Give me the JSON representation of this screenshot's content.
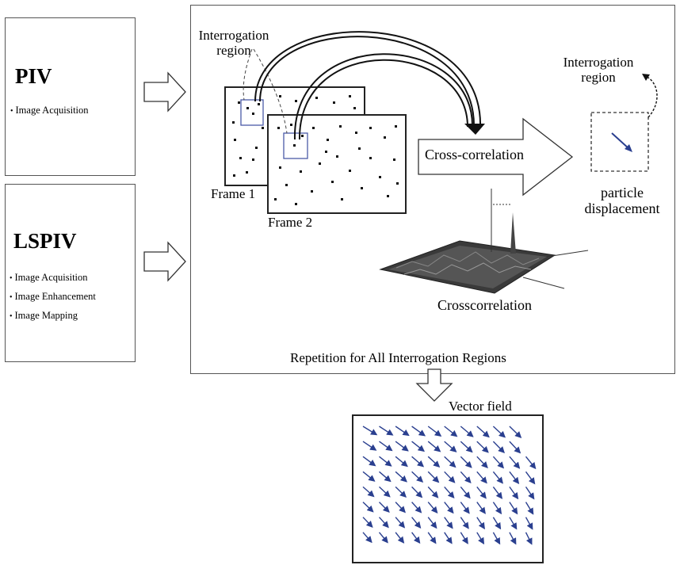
{
  "piv": {
    "title": "PIV",
    "items": [
      "Image Acquisition"
    ]
  },
  "lspiv": {
    "title": "LSPIV",
    "items": [
      "Image Acquisition",
      "Image Enhancement",
      "Image Mapping"
    ]
  },
  "process": {
    "interrogation_region_left_1": "Interrogation",
    "interrogation_region_left_2": "region",
    "frame1": "Frame 1",
    "frame2": "Frame 2",
    "cross_correlation": "Cross-correlation",
    "interrogation_region_right_1": "Interrogation",
    "interrogation_region_right_2": "region",
    "particle_1": "particle",
    "particle_2": "displacement",
    "crosscorrelation": "Crosscorrelation",
    "repetition": "Repetition for All Interrogation Regions"
  },
  "vector_field": {
    "label": "Vector field",
    "arrow_color": "#2a3f8f"
  }
}
